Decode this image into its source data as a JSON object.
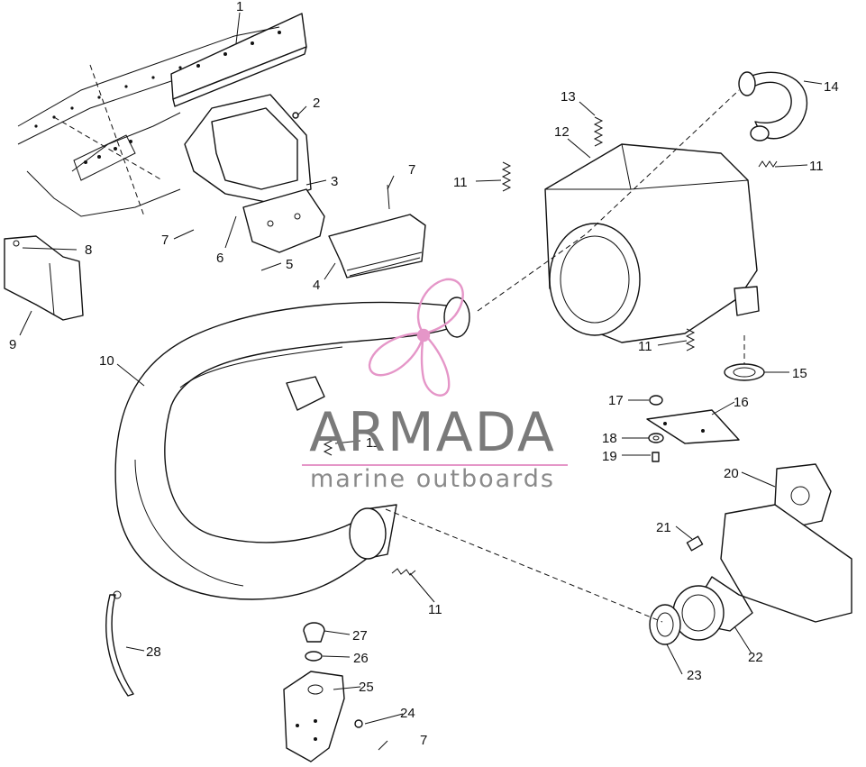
{
  "callouts": {
    "c1": "1",
    "c2": "2",
    "c3": "3",
    "c4": "4",
    "c5": "5",
    "c6": "6",
    "c7a": "7",
    "c7b": "7",
    "c7c": "7",
    "c8": "8",
    "c9": "9",
    "c10": "10",
    "c11a": "11",
    "c11b": "11",
    "c11c": "11",
    "c11d": "11",
    "c11e": "11",
    "c12": "12",
    "c13": "13",
    "c14": "14",
    "c15": "15",
    "c16": "16",
    "c17": "17",
    "c18": "18",
    "c19": "19",
    "c20": "20",
    "c21": "21",
    "c22": "22",
    "c23": "23",
    "c24": "24",
    "c25": "25",
    "c26": "26",
    "c27": "27",
    "c28": "28"
  },
  "watermark": {
    "title": "ARMADA",
    "subtitle": "marine outboards",
    "colors": {
      "title": "#7a7a7a",
      "subtitle": "#8a8a8a",
      "logo": "#e596c8",
      "rule": "#e596c8"
    }
  }
}
